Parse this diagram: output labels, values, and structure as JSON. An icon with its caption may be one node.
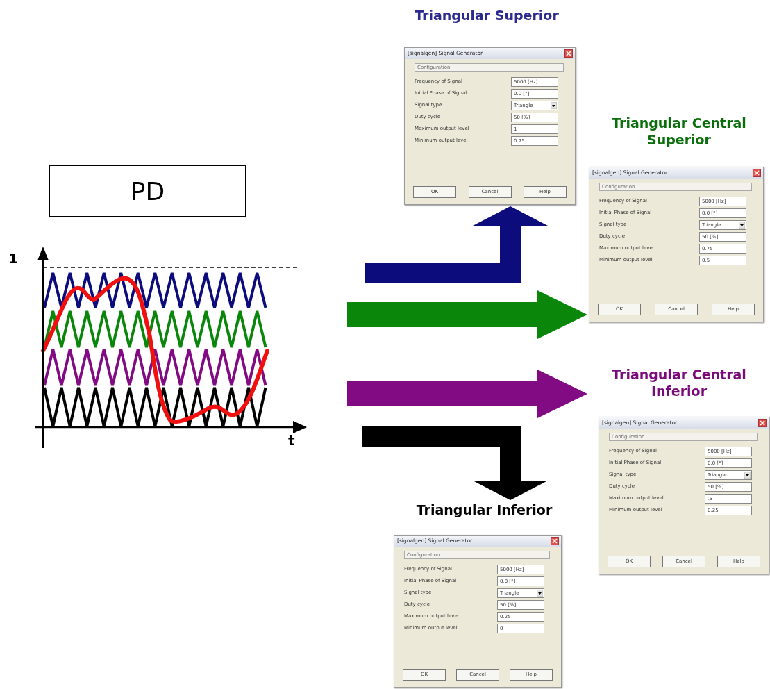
{
  "diagram": {
    "nodes": [
      {
        "text": [
          "PD"
        ]
      },
      {
        "text": [
          "Triangular Superior",
          "[signalgen] Signal Generator",
          "Configuration",
          "Frequency of Signal",
          "5000 [Hz]",
          "Initial Phase of Signal",
          "0.0 [°]",
          "Signal type",
          "Triangle",
          "Duty cycle",
          "50 [%]",
          "Maximum output level",
          "1",
          "Minimum output level",
          "0.75",
          "OK",
          "Cancel",
          "Help"
        ]
      },
      {
        "text": [
          "Triangular Central Superior",
          "[signalgen] Signal Generator",
          "Configuration",
          "Frequency of Signal",
          "5000 [Hz]",
          "Initial Phase of Signal",
          "0.0 [°]",
          "Signal type",
          "Triangle",
          "Duty cycle",
          "50 [%]",
          "Maximum output level",
          "0.75",
          "Minimum output level",
          "0.5",
          "OK",
          "Cancel",
          "Help"
        ]
      },
      {
        "text": [
          "Triangular Central Inferior",
          "[signalgen] Signal Generator",
          "Configuration",
          "Frequency of Signal",
          "5000 [Hz]",
          "Initial Phase of Signal",
          "0.0 [°]",
          "Signal type",
          "Triangle",
          "Duty cycle",
          "50 [%]",
          "Maximum output level",
          ".5",
          "Minimum output level",
          "0.25",
          "OK",
          "Cancel",
          "Help"
        ]
      },
      {
        "text": [
          "Triangular Inferior",
          "[signalgen] Signal Generator",
          "Configuration",
          "Frequency of Signal",
          "5000 [Hz]",
          "Initial Phase of Signal",
          "0.0 [°]",
          "Signal type",
          "Triangle",
          "Duty cycle",
          "50 [%]",
          "Maximum output level",
          "0.25",
          "Minimum output level",
          "0",
          "OK",
          "Cancel",
          "Help"
        ]
      }
    ],
    "edges": [
      {
        "from": null,
        "to": 1,
        "arrow": "to",
        "color": "#0c0c7c"
      },
      {
        "from": null,
        "to": 2,
        "arrow": "to",
        "color": "#0a870a"
      },
      {
        "from": null,
        "to": 3,
        "arrow": "to",
        "color": "#820a82"
      },
      {
        "from": null,
        "to": 4,
        "arrow": "to",
        "color": "#000000"
      }
    ],
    "labels": [
      "1",
      "t"
    ]
  }
}
